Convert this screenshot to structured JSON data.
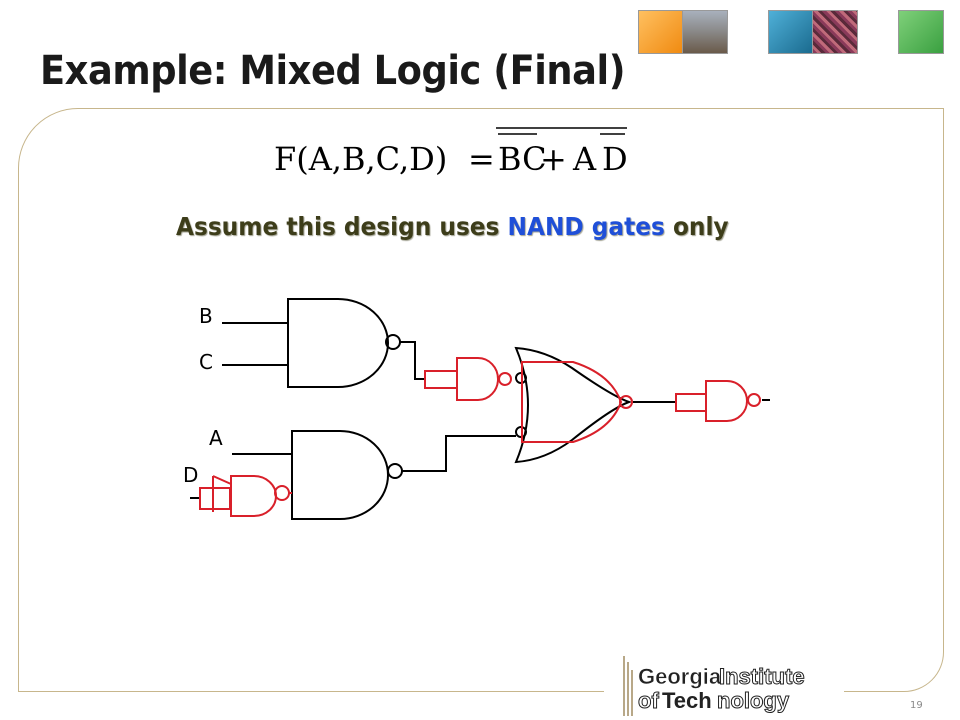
{
  "slide": {
    "title": "Example: Mixed Logic (Final)",
    "page_number": "19"
  },
  "formula": {
    "lhs": "F(A,B,C,D)",
    "equals": "=",
    "term1": "BC",
    "plus": "+",
    "term2_a": "A",
    "term2_d": "D"
  },
  "subtitle": {
    "prefix": "Assume this design uses ",
    "highlight": "NAND gates",
    "suffix": " only"
  },
  "circuit": {
    "input_labels": [
      "B",
      "C",
      "A",
      "D"
    ],
    "colors": {
      "wire": "#000000",
      "added_gates": "#d9202a"
    }
  },
  "logo": {
    "line1_bold": "Georgia",
    "line1_rest": "Institute",
    "line2_prefix": "of",
    "line2_bold": "Tech",
    "line2_rest": "nology"
  }
}
